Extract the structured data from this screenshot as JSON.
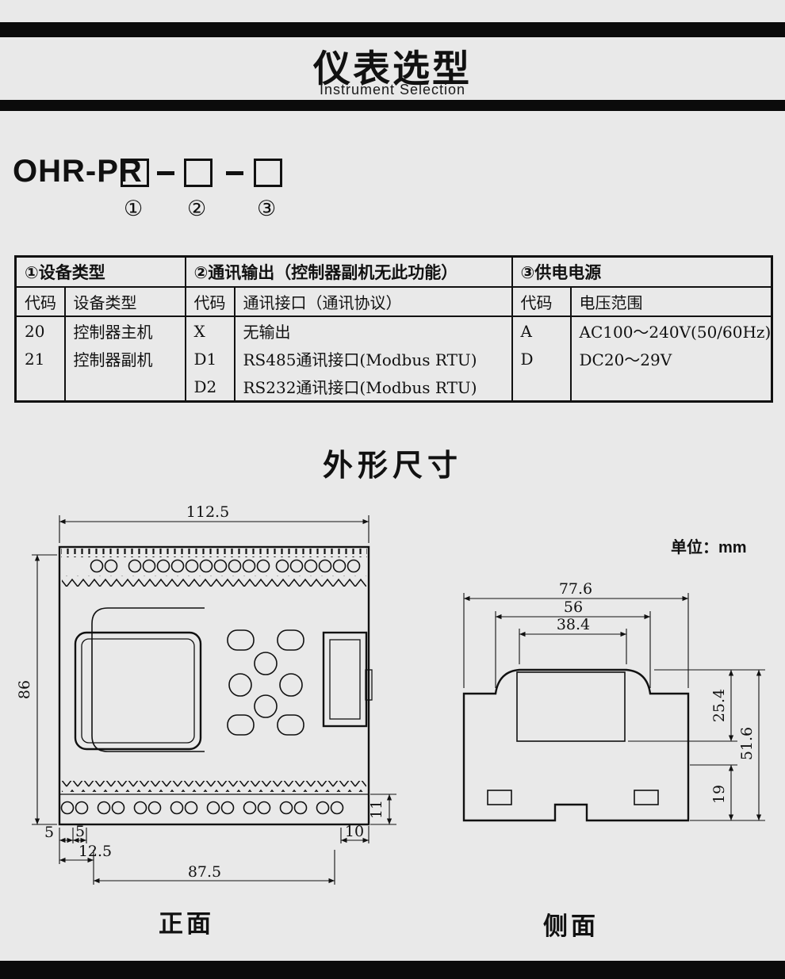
{
  "header": {
    "title": "仪表选型",
    "subtitle": "Instrument Selection"
  },
  "model": {
    "prefix": "OHR-PR",
    "slot_labels": [
      "①",
      "②",
      "③"
    ]
  },
  "selection_table": {
    "groups": [
      {
        "title": "①设备类型",
        "cols": [
          "代码",
          "设备类型"
        ]
      },
      {
        "title": "②通讯输出（控制器副机无此功能）",
        "cols": [
          "代码",
          "通讯接口（通讯协议）"
        ]
      },
      {
        "title": "③供电电源",
        "cols": [
          "代码",
          "电压范围"
        ]
      }
    ],
    "rows": [
      [
        "20",
        "控制器主机",
        "X",
        "无输出",
        "A",
        "AC100～240V(50/60Hz)"
      ],
      [
        "21",
        "控制器副机",
        "D1",
        "RS485通讯接口(Modbus RTU)",
        "D",
        "DC20～29V"
      ],
      [
        "",
        "",
        "D2",
        "RS232通讯接口(Modbus RTU)",
        "",
        ""
      ]
    ]
  },
  "dimensions_section": {
    "title": "外形尺寸",
    "unit_label": "单位：mm",
    "front": {
      "label": "正面",
      "dims": {
        "width": "112.5",
        "height": "86",
        "left5a": "5",
        "left5b": "5",
        "left12_5": "12.5",
        "bottom87_5": "87.5",
        "right10": "10",
        "right11": "11"
      }
    },
    "side": {
      "label": "侧面",
      "dims": {
        "top77_6": "77.6",
        "top56": "56",
        "top38_4": "38.4",
        "right25_4": "25.4",
        "right51_6": "51.6",
        "right19": "19"
      }
    }
  }
}
